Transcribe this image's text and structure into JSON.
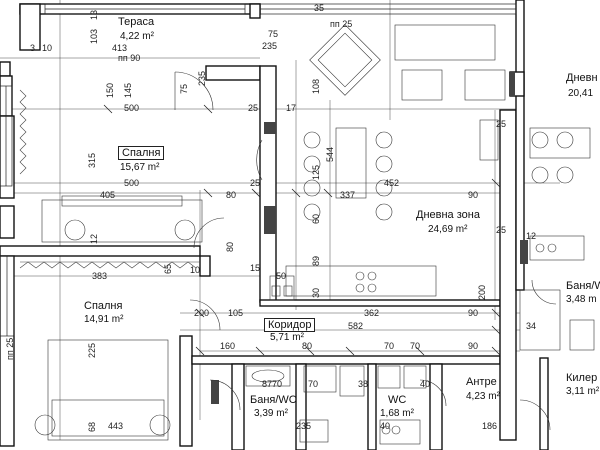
{
  "rooms": {
    "terrace": {
      "name": "Тераса",
      "area": "4,22 m²"
    },
    "bedroom1": {
      "name": "Спалня",
      "area": "15,67 m²"
    },
    "bedroom2": {
      "name": "Спалня",
      "area": "14,91 m²"
    },
    "living": {
      "name": "Дневна зона",
      "area": "24,69 m²"
    },
    "living_right": {
      "name": "Дневн",
      "area": "20,41"
    },
    "corridor": {
      "name": "Коридор",
      "area": "5,71 m²"
    },
    "bath1": {
      "name": "Баня/WC",
      "area": "3,39 m²"
    },
    "wc": {
      "name": "WC",
      "area": "1,68 m²"
    },
    "entry": {
      "name": "Антре",
      "area": "4,23 m²"
    },
    "bath2": {
      "name": "Баня/W",
      "area": "3,48 m"
    },
    "storage": {
      "name": "Килер",
      "area": "3,11 m²"
    }
  },
  "dims_h": [
    {
      "id": "d413",
      "text": "413"
    },
    {
      "id": "d10a",
      "text": "10"
    },
    {
      "id": "dpp90",
      "text": "пп 90"
    },
    {
      "id": "d500a",
      "text": "500"
    },
    {
      "id": "d500b",
      "text": "500"
    },
    {
      "id": "d405",
      "text": "405"
    },
    {
      "id": "d383",
      "text": "383"
    },
    {
      "id": "d443",
      "text": "443"
    },
    {
      "id": "d235a",
      "text": "235"
    },
    {
      "id": "dpp25a",
      "text": "пп 25"
    },
    {
      "id": "d337",
      "text": "337"
    },
    {
      "id": "d452",
      "text": "452"
    },
    {
      "id": "d362",
      "text": "362"
    },
    {
      "id": "d582",
      "text": "582"
    },
    {
      "id": "d105",
      "text": "105"
    },
    {
      "id": "d160",
      "text": "160"
    },
    {
      "id": "d87",
      "text": "87"
    },
    {
      "id": "d235b",
      "text": "235"
    },
    {
      "id": "d186",
      "text": "186"
    },
    {
      "id": "d80a",
      "text": "80"
    },
    {
      "id": "d80b",
      "text": "80"
    },
    {
      "id": "d90a",
      "text": "90"
    },
    {
      "id": "d90b",
      "text": "90"
    },
    {
      "id": "d90c",
      "text": "90"
    },
    {
      "id": "d50",
      "text": "50"
    },
    {
      "id": "d25a",
      "text": "25"
    },
    {
      "id": "d25b",
      "text": "25"
    },
    {
      "id": "d25c",
      "text": "25"
    },
    {
      "id": "d25d",
      "text": "25"
    },
    {
      "id": "d17",
      "text": "17"
    },
    {
      "id": "d75a",
      "text": "75"
    },
    {
      "id": "d70a",
      "text": "70"
    },
    {
      "id": "d70b",
      "text": "70"
    },
    {
      "id": "d70c",
      "text": "70"
    },
    {
      "id": "d70d",
      "text": "70"
    },
    {
      "id": "d38",
      "text": "38"
    },
    {
      "id": "d40a",
      "text": "40"
    },
    {
      "id": "d40b",
      "text": "40"
    },
    {
      "id": "d200",
      "text": "200"
    },
    {
      "id": "d10b",
      "text": "10"
    },
    {
      "id": "d15",
      "text": "15"
    },
    {
      "id": "d34",
      "text": "34"
    },
    {
      "id": "d12a",
      "text": "12"
    },
    {
      "id": "d3",
      "text": "3"
    },
    {
      "id": "d35",
      "text": "35"
    }
  ],
  "dims_v": [
    {
      "id": "v103",
      "text": "103"
    },
    {
      "id": "v13",
      "text": "13"
    },
    {
      "id": "v150",
      "text": "150"
    },
    {
      "id": "v145",
      "text": "145"
    },
    {
      "id": "v315",
      "text": "315"
    },
    {
      "id": "v544",
      "text": "544"
    },
    {
      "id": "v108",
      "text": "108"
    },
    {
      "id": "v75",
      "text": "75"
    },
    {
      "id": "v235",
      "text": "235"
    },
    {
      "id": "v225",
      "text": "225"
    },
    {
      "id": "v68",
      "text": "68"
    },
    {
      "id": "v60",
      "text": "60"
    },
    {
      "id": "v125",
      "text": "125"
    },
    {
      "id": "v200",
      "text": "200"
    },
    {
      "id": "v80",
      "text": "80"
    },
    {
      "id": "v65",
      "text": "65"
    },
    {
      "id": "vpp25",
      "text": "пп 25"
    },
    {
      "id": "v12",
      "text": "12"
    },
    {
      "id": "v89",
      "text": "89"
    },
    {
      "id": "v30",
      "text": "30"
    }
  ]
}
